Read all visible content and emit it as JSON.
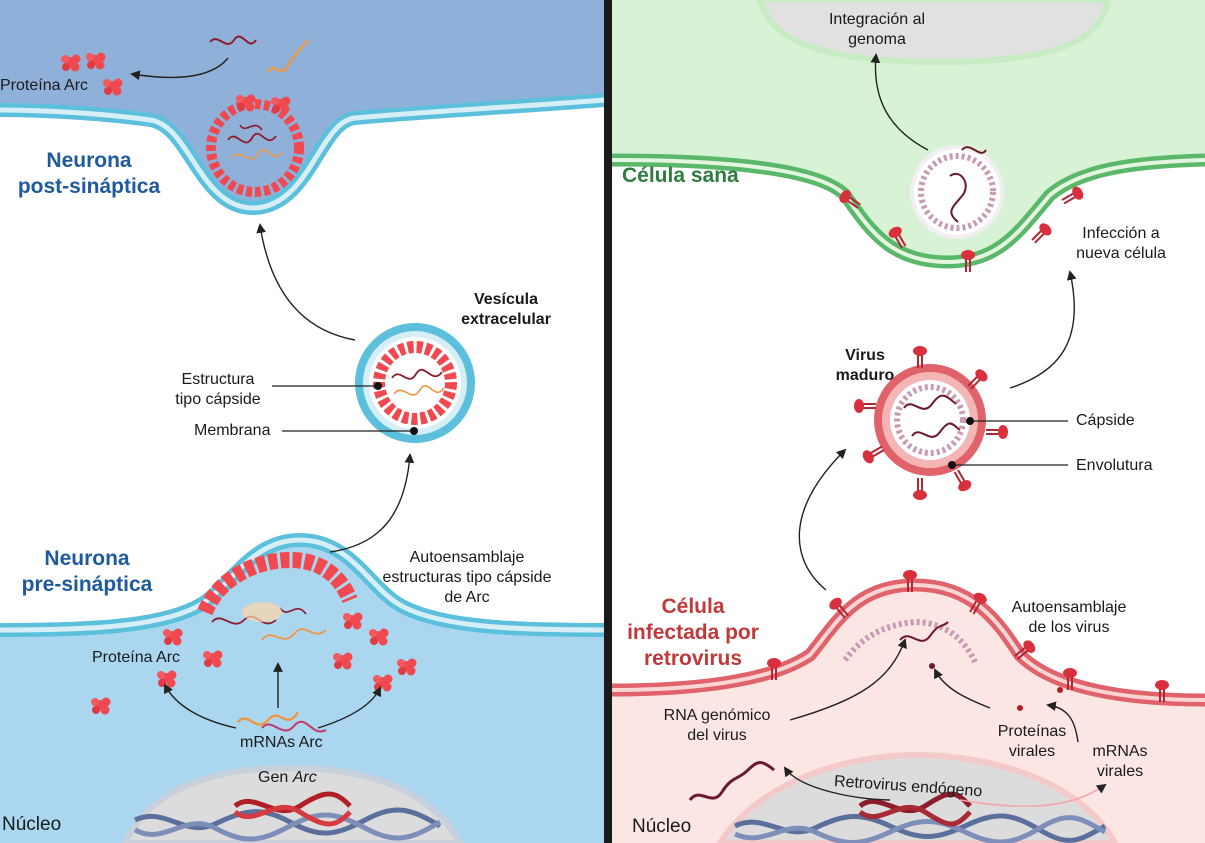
{
  "left": {
    "post_title_1": "Neurona",
    "post_title_2": "post-sináptica",
    "pre_title_1": "Neurona",
    "pre_title_2": "pre-sináptica",
    "arc_protein_top": "Proteína Arc",
    "vesicle_title_1": "Vesícula",
    "vesicle_title_2": "extracelular",
    "capsid_like_1": "Estructura",
    "capsid_like_2": "tipo cápside",
    "membrane": "Membrana",
    "self_assembly_1": "Autoensamblaje",
    "self_assembly_2": "estructuras tipo cápside",
    "self_assembly_3": "de Arc",
    "arc_protein_bottom": "Proteína Arc",
    "mrna_arc": "mRNAs Arc",
    "gene_prefix": "Gen ",
    "gene_name": "Arc",
    "nucleus": "Núcleo"
  },
  "right": {
    "integration_1": "Integración al",
    "integration_2": "genoma",
    "healthy_cell": "Célula sana",
    "infection_1": "Infección a",
    "infection_2": "nueva célula",
    "mature_virus_1": "Virus",
    "mature_virus_2": "maduro",
    "capsid": "Cápside",
    "envelope": "Envolutura",
    "infected_1": "Célula",
    "infected_2": "infectada por",
    "infected_3": "retrovirus",
    "virus_assembly_1": "Autoensamblaje",
    "virus_assembly_2": "de los virus",
    "genomic_rna_1": "RNA genómico",
    "genomic_rna_2": "del virus",
    "viral_proteins_1": "Proteínas",
    "viral_proteins_2": "virales",
    "viral_mrna_1": "mRNAs",
    "viral_mrna_2": "virales",
    "endogenous_retrovirus": "Retrovirus endógeno",
    "nucleus": "Núcleo"
  },
  "colors": {
    "post_synaptic_bg": "#8fb0d8",
    "pre_synaptic_bg": "#aad6ef",
    "membrane_blue": "#5cc0dc",
    "arc_red": "#f0494f",
    "healthy_bg": "#d8f2d6",
    "healthy_membrane": "#5bb86a",
    "infected_bg": "#fbe6e3",
    "infected_membrane": "#e0626a",
    "title_blue": "#1e5a9c",
    "title_green": "#2e7d3e",
    "title_red": "#c0393b",
    "divider": "#1a1a1a"
  }
}
